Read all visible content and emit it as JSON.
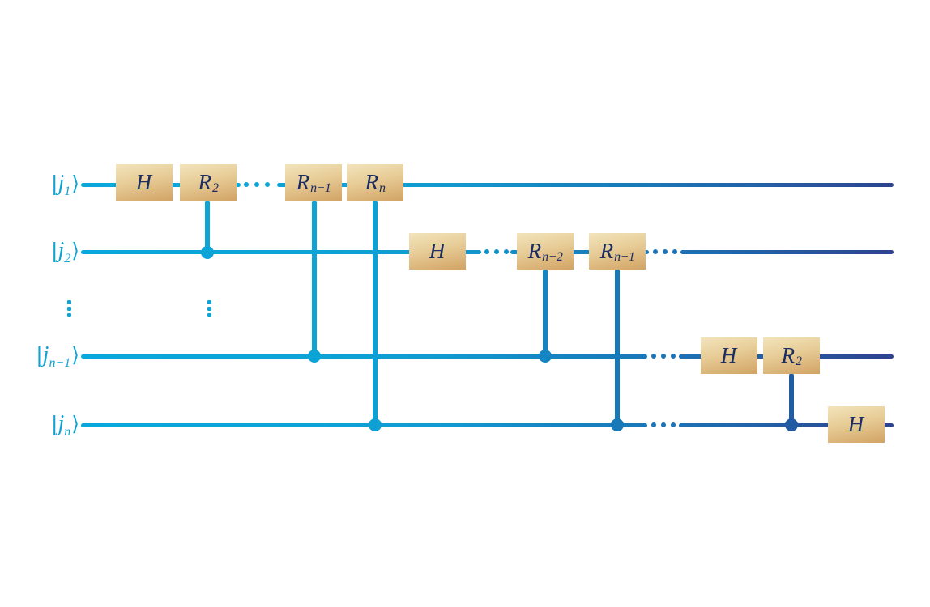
{
  "colors": {
    "label": "#0fa3d4",
    "gate-text": "#1b2d63",
    "wire-start": "#09a8dc",
    "wire-end": "#2d4290",
    "gate-top": "#f2e4bc",
    "gate-bottom": "#d2a365"
  },
  "qubits": [
    {
      "bar": "|",
      "base": "j",
      "sub": "1",
      "ket": "⟩"
    },
    {
      "bar": "|",
      "base": "j",
      "sub": "2",
      "ket": "⟩"
    },
    {
      "bar": "|",
      "base": "j",
      "sub": "n−1",
      "ket": "⟩"
    },
    {
      "bar": "|",
      "base": "j",
      "sub": "n",
      "ket": "⟩"
    }
  ],
  "gates": {
    "q1": [
      {
        "base": "H",
        "sub": ""
      },
      {
        "base": "R",
        "sub": "2"
      },
      {
        "base": "R",
        "sub": "n−1"
      },
      {
        "base": "R",
        "sub": "n"
      }
    ],
    "q2": [
      {
        "base": "H",
        "sub": ""
      },
      {
        "base": "R",
        "sub": "n−2"
      },
      {
        "base": "R",
        "sub": "n−1"
      }
    ],
    "qn1": [
      {
        "base": "H",
        "sub": ""
      },
      {
        "base": "R",
        "sub": "2"
      }
    ],
    "qn": [
      {
        "base": "H",
        "sub": ""
      }
    ]
  }
}
